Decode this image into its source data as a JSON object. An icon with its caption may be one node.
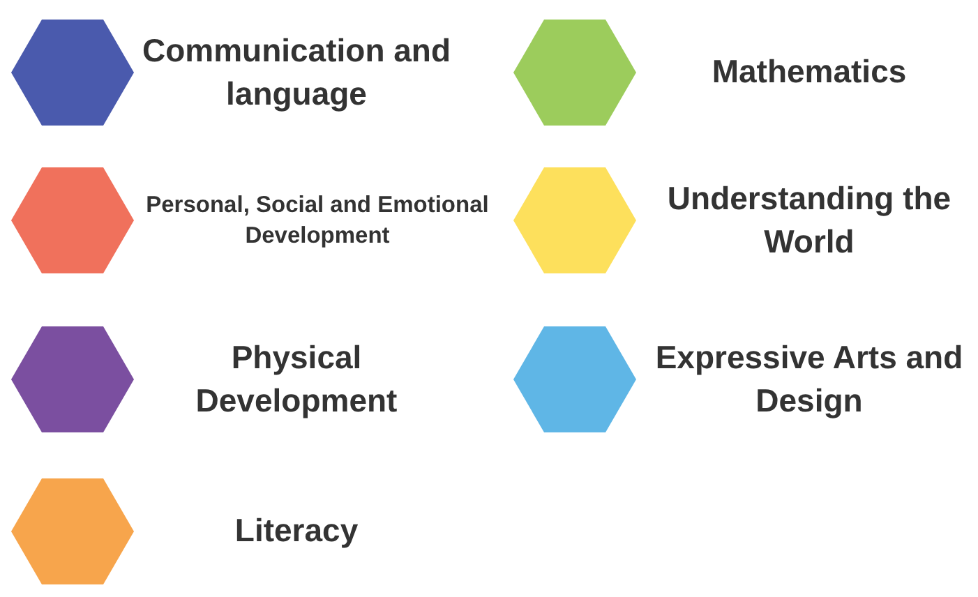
{
  "diagram": {
    "nodes": [
      {
        "text": [],
        "shape": "hexagon",
        "beside": [
          "Communication and language"
        ]
      },
      {
        "text": [],
        "shape": "hexagon",
        "beside": [
          "Personal, Social and Emotional Development"
        ]
      },
      {
        "text": [],
        "shape": "hexagon",
        "beside": [
          "Physical Development"
        ]
      },
      {
        "text": [],
        "shape": "hexagon",
        "beside": [
          "Literacy"
        ]
      },
      {
        "text": [],
        "shape": "hexagon",
        "beside": [
          "Mathematics"
        ]
      },
      {
        "text": [],
        "shape": "hexagon",
        "beside": [
          "Understanding the World"
        ]
      },
      {
        "text": [],
        "shape": "hexagon",
        "beside": [
          "Expressive Arts and Design"
        ]
      }
    ]
  }
}
